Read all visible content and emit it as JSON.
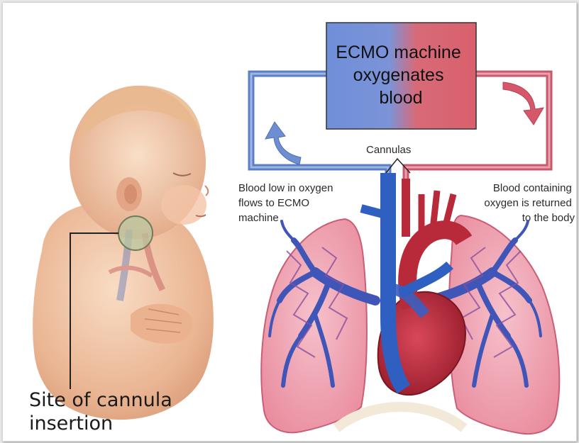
{
  "machine": {
    "lines": [
      "ECMO machine",
      "oxygenates",
      "blood"
    ]
  },
  "labels": {
    "cannulas": "Cannulas",
    "left_lines": [
      "Blood low in oxygen",
      "flows to ECMO",
      "machine"
    ],
    "right_lines": [
      "Blood containing",
      "oxygen is returned",
      "to the body"
    ],
    "site_lines": [
      "Site of cannula",
      "insertion"
    ]
  },
  "colors": {
    "deoxygenated": "#5b7fc4",
    "oxygenated": "#c9586a",
    "vein": "#2f5fc0",
    "artery": "#b82a3a",
    "lung": "#f2a7b4",
    "skin": "#f1c7a6"
  }
}
